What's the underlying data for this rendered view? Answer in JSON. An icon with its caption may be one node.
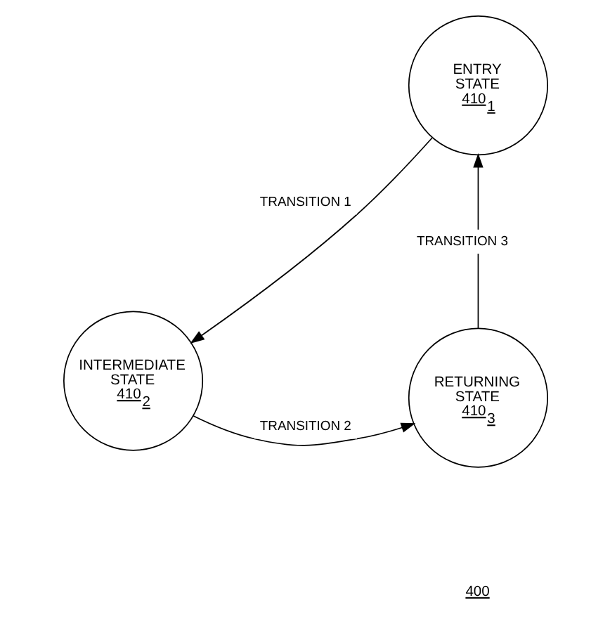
{
  "diagram": {
    "nodes": [
      {
        "text": [
          "ENTRY STATE",
          "410$_{1}$"
        ]
      },
      {
        "text": [
          "INTERMEDIATE STATE",
          "410$_{2}$"
        ]
      },
      {
        "text": [
          "RETURNING STATE",
          "410$_{3}$"
        ]
      }
    ],
    "edges": [
      {
        "from": 0,
        "to": 1,
        "arrow": "to",
        "label": "TRANSITION 1"
      },
      {
        "from": 1,
        "to": 2,
        "arrow": "to",
        "label": "TRANSITION 2"
      },
      {
        "from": 2,
        "to": 0,
        "arrow": "to",
        "label": "TRANSITION 3"
      }
    ],
    "labels": [
      "400"
    ]
  }
}
